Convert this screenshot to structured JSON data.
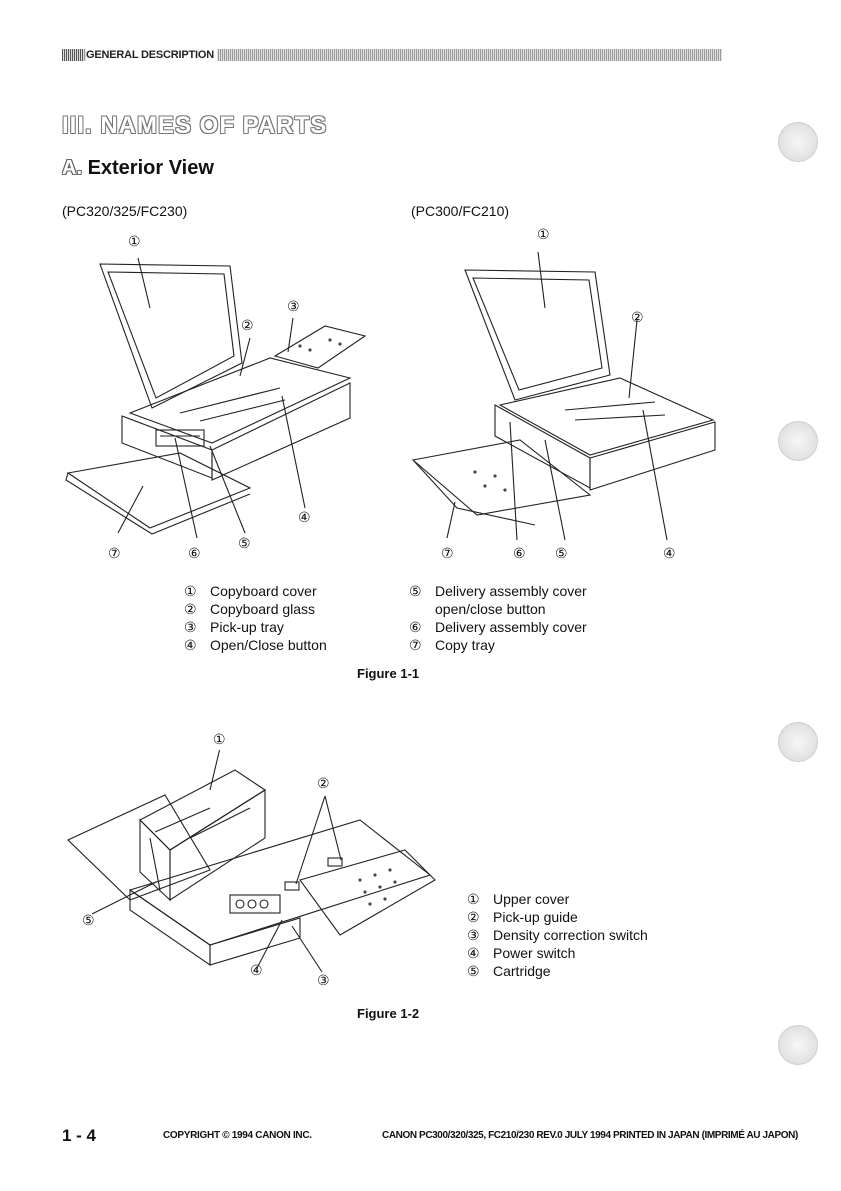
{
  "header": {
    "section": "GENERAL DESCRIPTION"
  },
  "section_title": "III.  NAMES OF PARTS",
  "subsection": {
    "letter": "A.",
    "title": "Exterior View"
  },
  "figure1": {
    "model_left": "(PC320/325/FC230)",
    "model_right": "(PC300/FC210)",
    "callouts": [
      "①",
      "②",
      "③",
      "④",
      "⑤",
      "⑥",
      "⑦"
    ],
    "legend_left": [
      {
        "num": "①",
        "label": "Copyboard cover"
      },
      {
        "num": "②",
        "label": "Copyboard glass"
      },
      {
        "num": "③",
        "label": "Pick-up tray"
      },
      {
        "num": "④",
        "label": "Open/Close button"
      }
    ],
    "legend_right": [
      {
        "num": "⑤",
        "label": "Delivery assembly cover",
        "label2": "open/close button"
      },
      {
        "num": "⑥",
        "label": "Delivery assembly cover"
      },
      {
        "num": "⑦",
        "label": "Copy tray"
      }
    ],
    "caption": "Figure 1-1"
  },
  "figure2": {
    "callouts": [
      "①",
      "②",
      "③",
      "④",
      "⑤"
    ],
    "legend": [
      {
        "num": "①",
        "label": "Upper cover"
      },
      {
        "num": "②",
        "label": "Pick-up guide"
      },
      {
        "num": "③",
        "label": "Density correction switch"
      },
      {
        "num": "④",
        "label": "Power switch"
      },
      {
        "num": "⑤",
        "label": "Cartridge"
      }
    ],
    "caption": "Figure 1-2"
  },
  "footer": {
    "page": "1 - 4",
    "copyright": "COPYRIGHT  ©  1994 CANON INC.",
    "revision": "CANON  PC300/320/325, FC210/230  REV.0  JULY 1994  PRINTED IN JAPAN (IMPRIMÉ AU JAPON)"
  }
}
